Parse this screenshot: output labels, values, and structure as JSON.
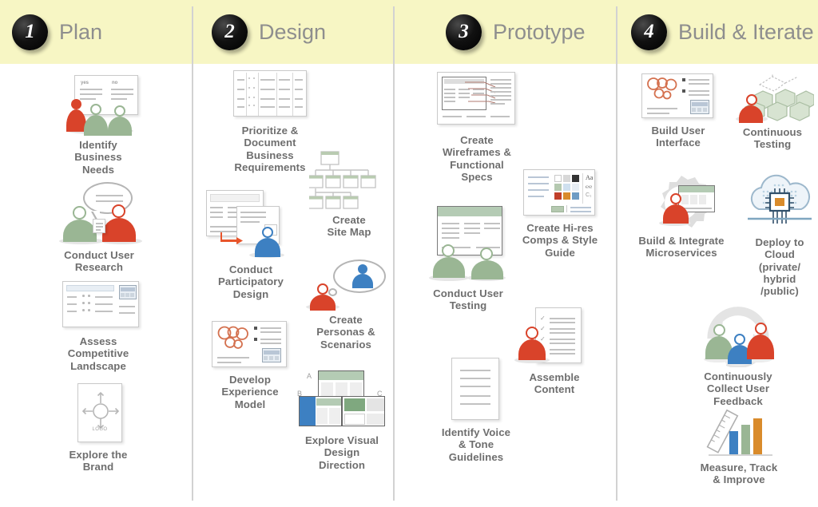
{
  "theme": {
    "band_color": "#f7f6c4",
    "title_color": "#8e8e8e",
    "label_color": "#6e6e6e",
    "divider_color": "#d2d2d2",
    "accent_red": "#d9432a",
    "accent_green": "#9ab694",
    "accent_blue": "#3d80c2",
    "accent_orange": "#d98b2b"
  },
  "phases": [
    {
      "number": "1",
      "title": "Plan"
    },
    {
      "number": "2",
      "title": "Design"
    },
    {
      "number": "3",
      "title": "Prototype"
    },
    {
      "number": "4",
      "title": "Build & Iterate"
    }
  ],
  "items": {
    "p1": [
      {
        "label": "Identify\nBusiness\nNeeds",
        "icon": "whiteboard-presentation-icon"
      },
      {
        "label": "Conduct User\nResearch",
        "icon": "interview-speech-bubble-icon"
      },
      {
        "label": "Assess\nCompetitive\nLandscape",
        "icon": "competitive-dashboard-icon"
      },
      {
        "label": "Explore the\nBrand",
        "icon": "logo-expand-arrows-icon"
      }
    ],
    "p2": [
      {
        "label": "Prioritize &\nDocument\nBusiness\nRequirements",
        "icon": "requirements-table-icon"
      },
      {
        "label": "Create\nSite Map",
        "icon": "sitemap-tree-icon"
      },
      {
        "label": "Conduct\nParticipatory\nDesign",
        "icon": "participatory-design-icon"
      },
      {
        "label": "Create\nPersonas &\nScenarios",
        "icon": "persona-thought-bubble-icon"
      },
      {
        "label": "Develop\nExperience\nModel",
        "icon": "experience-model-diagram-icon"
      },
      {
        "label": "Explore Visual\nDesign\nDirection",
        "icon": "visual-direction-comps-icon"
      }
    ],
    "p3": [
      {
        "label": "Create\nWireframes &\nFunctional\nSpecs",
        "icon": "wireframe-spec-icon"
      },
      {
        "label": "Create Hi-res\nComps & Style\nGuide",
        "icon": "style-guide-swatches-icon"
      },
      {
        "label": "Conduct User\nTesting",
        "icon": "user-testing-screen-icon"
      },
      {
        "label": "Assemble\nContent",
        "icon": "content-checklist-icon"
      },
      {
        "label": "Identify Voice\n& Tone\nGuidelines",
        "icon": "voice-tone-document-icon"
      }
    ],
    "p4": [
      {
        "label": "Build User\nInterface",
        "icon": "ui-build-board-icon"
      },
      {
        "label": "Continuous\nTesting",
        "icon": "continuous-testing-cubes-icon"
      },
      {
        "label": "Build & Integrate\nMicroservices",
        "icon": "microservices-gear-icon"
      },
      {
        "label": "Deploy to\nCloud\n(private/\nhybrid\n/public)",
        "icon": "cloud-deploy-chip-icon"
      },
      {
        "label": "Continuously\nCollect User\nFeedback",
        "icon": "feedback-loop-people-icon"
      },
      {
        "label": "Measure, Track\n& Improve",
        "icon": "measure-chart-ruler-icon"
      }
    ]
  },
  "icon_text": {
    "whiteboard_yes": "yes",
    "whiteboard_no": "no",
    "brand_logo": "LOGO",
    "type_sample": "Aa",
    "comp_a": "A",
    "comp_b": "B",
    "comp_c": "C"
  }
}
